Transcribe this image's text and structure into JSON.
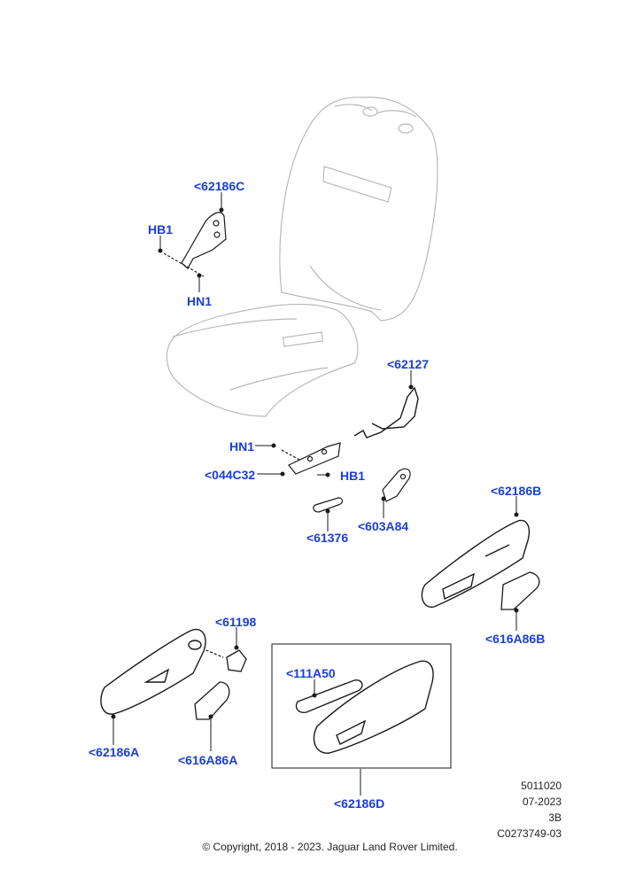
{
  "callouts": {
    "c62186C": "<62186C",
    "hb1_top": "HB1",
    "hn1_top": "HN1",
    "c62127": "<62127",
    "hn1_mid": "HN1",
    "c044C32": "<044C32",
    "hb1_mid": "HB1",
    "c603A84": "<603A84",
    "c61376": "<61376",
    "c62186B": "<62186B",
    "c616A86B": "<616A86B",
    "c61198": "<61198",
    "c62186A": "<62186A",
    "c616A86A": "<616A86A",
    "c111A50": "<111A50",
    "c62186D": "<62186D"
  },
  "meta": {
    "code": "5011020",
    "date": "07-2023",
    "rev": "3B",
    "ref": "C0273749-03"
  },
  "copyright": "© Copyright, 2018 - 2023. Jaguar Land Rover Limited.",
  "colors": {
    "callout": "#1a3fd6",
    "outline": "#1a1a1a",
    "faint": "#b9b9b9"
  }
}
